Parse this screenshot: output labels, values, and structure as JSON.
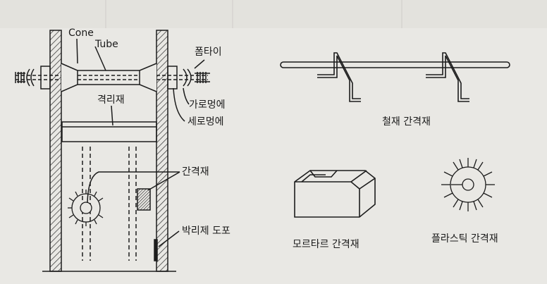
{
  "labels": {
    "cone": "Cone",
    "tube": "Tube",
    "form_tie": "폼타이",
    "horizontal_wale": "가로멍에",
    "vertical_wale": "세로멍에",
    "separator": "격리재",
    "spacer": "간격재",
    "release_agent": "박리제 도포"
  },
  "captions": {
    "steel_spacer": "철재 간격재",
    "mortar_spacer": "모르타르 간격재",
    "plastic_spacer": "플라스틱 간격재"
  },
  "colors": {
    "background": "#e9e8e4",
    "ink": "#1c1c1c",
    "hatch": "#2a2a2a",
    "faint": "#cfcdc8"
  }
}
